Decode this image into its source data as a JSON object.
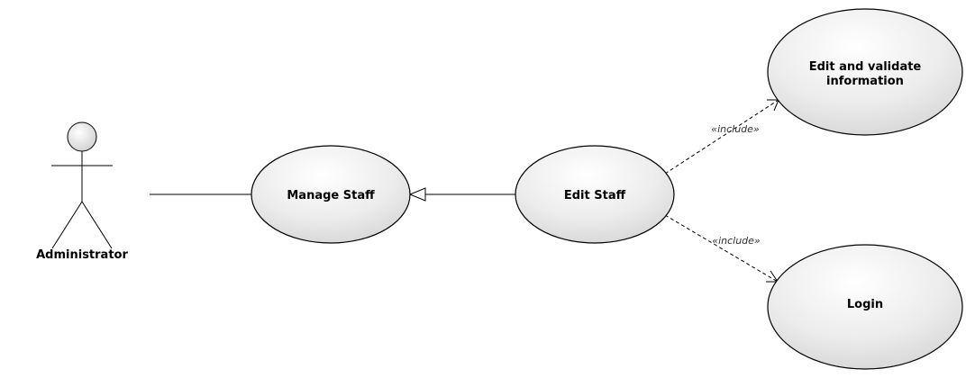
{
  "actor": {
    "name": "Administrator"
  },
  "use_cases": {
    "manage_staff": "Manage Staff",
    "edit_staff": "Edit Staff",
    "edit_validate_line1": "Edit and validate",
    "edit_validate_line2": "information",
    "login": "Login"
  },
  "relations": {
    "include_top": "«include»",
    "include_bottom": "«include»"
  }
}
